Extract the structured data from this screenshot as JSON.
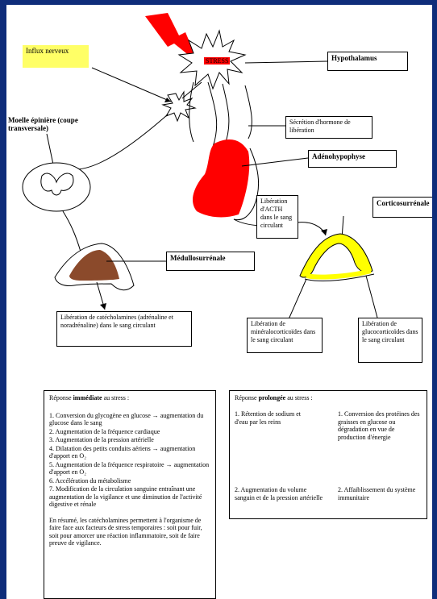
{
  "labels": {
    "influx": "Influx nerveux",
    "stress": "STRESS",
    "hypothalamus": "Hypothalamus",
    "moelle": "Moelle épinière (coupe transversale)",
    "secretion": "Sécrétion d'hormone de libération",
    "adenohypophyse": "Adénohypophyse",
    "liberation_acth": "Libération d'ACTH dans le sang circulant",
    "corticosurrenale": "Corticosurrénale",
    "medullosurrenale": "Médullosurrénale",
    "catecholamines": "Libération de catécholamines (adrénaline et noradrénaline) dans le sang circulant",
    "mineralo": "Libération de minéralocorticoïdes dans le sang circulant",
    "gluco": "Libération de glucocorticoïdes dans le sang circulant"
  },
  "immediate": {
    "title_prefix": "Réponse ",
    "title_emph": "immédiate",
    "title_suffix": " au stress :",
    "items": [
      "1. Conversion du glycogène en glucose → augmentation du glucose dans le sang",
      "2. Augmentation de la fréquence cardiaque",
      "3. Augmentation de la pression artérielle",
      "4. Dilatation des petits conduits aériens → augmentation d'apport en O₂",
      "5. Augmentation de la fréquence respiratoire → augmentation d'apport en O₂",
      "6. Accélération du métabolisme",
      "7. Modification de la circulation sanguine entraînant une augmentation de la vigilance et une diminution de l'activité digestive et rénale"
    ],
    "summary": "En résumé, les catécholamines permettent à l'organisme de faire face aux facteurs de stress temporaires : soit pour fuir, soit pour amorcer une réaction inflammatoire, soit de faire preuve de vigilance."
  },
  "prolonged": {
    "title_prefix": "Réponse ",
    "title_emph": "prolongée",
    "title_suffix": " au stress :",
    "item1": "1. Rétention de sodium et d'eau par les reins",
    "item2": "1. Conversion des protéines des graisses en glucose ou dégradation en vue de production d'énergie",
    "item3": "2. Augmentation du volume sanguin et de la pression artérielle",
    "item4": "2. Affaiblissement du système immunitaire"
  },
  "colors": {
    "background": "#0f2d7a",
    "adenohypophyse": "#ff0000",
    "medulla": "#8b4a2b",
    "cortex": "#ffff00",
    "influx_box": "#ffff66"
  }
}
